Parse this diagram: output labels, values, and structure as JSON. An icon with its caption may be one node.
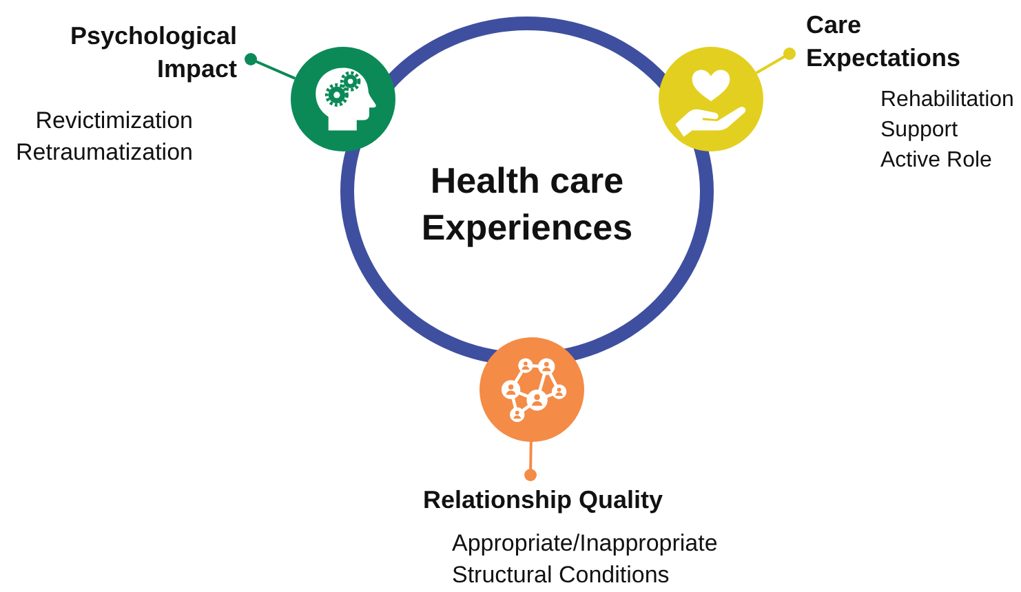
{
  "diagram": {
    "nodes": [
      {
        "text": [
          "Health care Experiences"
        ]
      },
      {
        "text": [],
        "shape": "circle"
      },
      {
        "text": [
          "Psychological Impact",
          "Revictimization",
          "Retraumatization"
        ]
      },
      {
        "text": [],
        "shape": "circle"
      },
      {
        "text": [
          "Care Expectations",
          "Rehabilitation",
          "Support",
          "Active Role"
        ]
      },
      {
        "text": [],
        "shape": "circle"
      },
      {
        "text": [
          "Relationship Quality",
          "Appropriate/Inappropriate",
          "Structural Conditions"
        ]
      }
    ],
    "edges": [
      {
        "from": 2,
        "to": 1,
        "arrow": "other",
        "color": "#0b8a57"
      },
      {
        "from": 4,
        "to": 3,
        "arrow": "other",
        "color": "#e3cf1f"
      },
      {
        "from": 6,
        "to": 5,
        "arrow": "other",
        "color": "#f48b47"
      }
    ]
  }
}
